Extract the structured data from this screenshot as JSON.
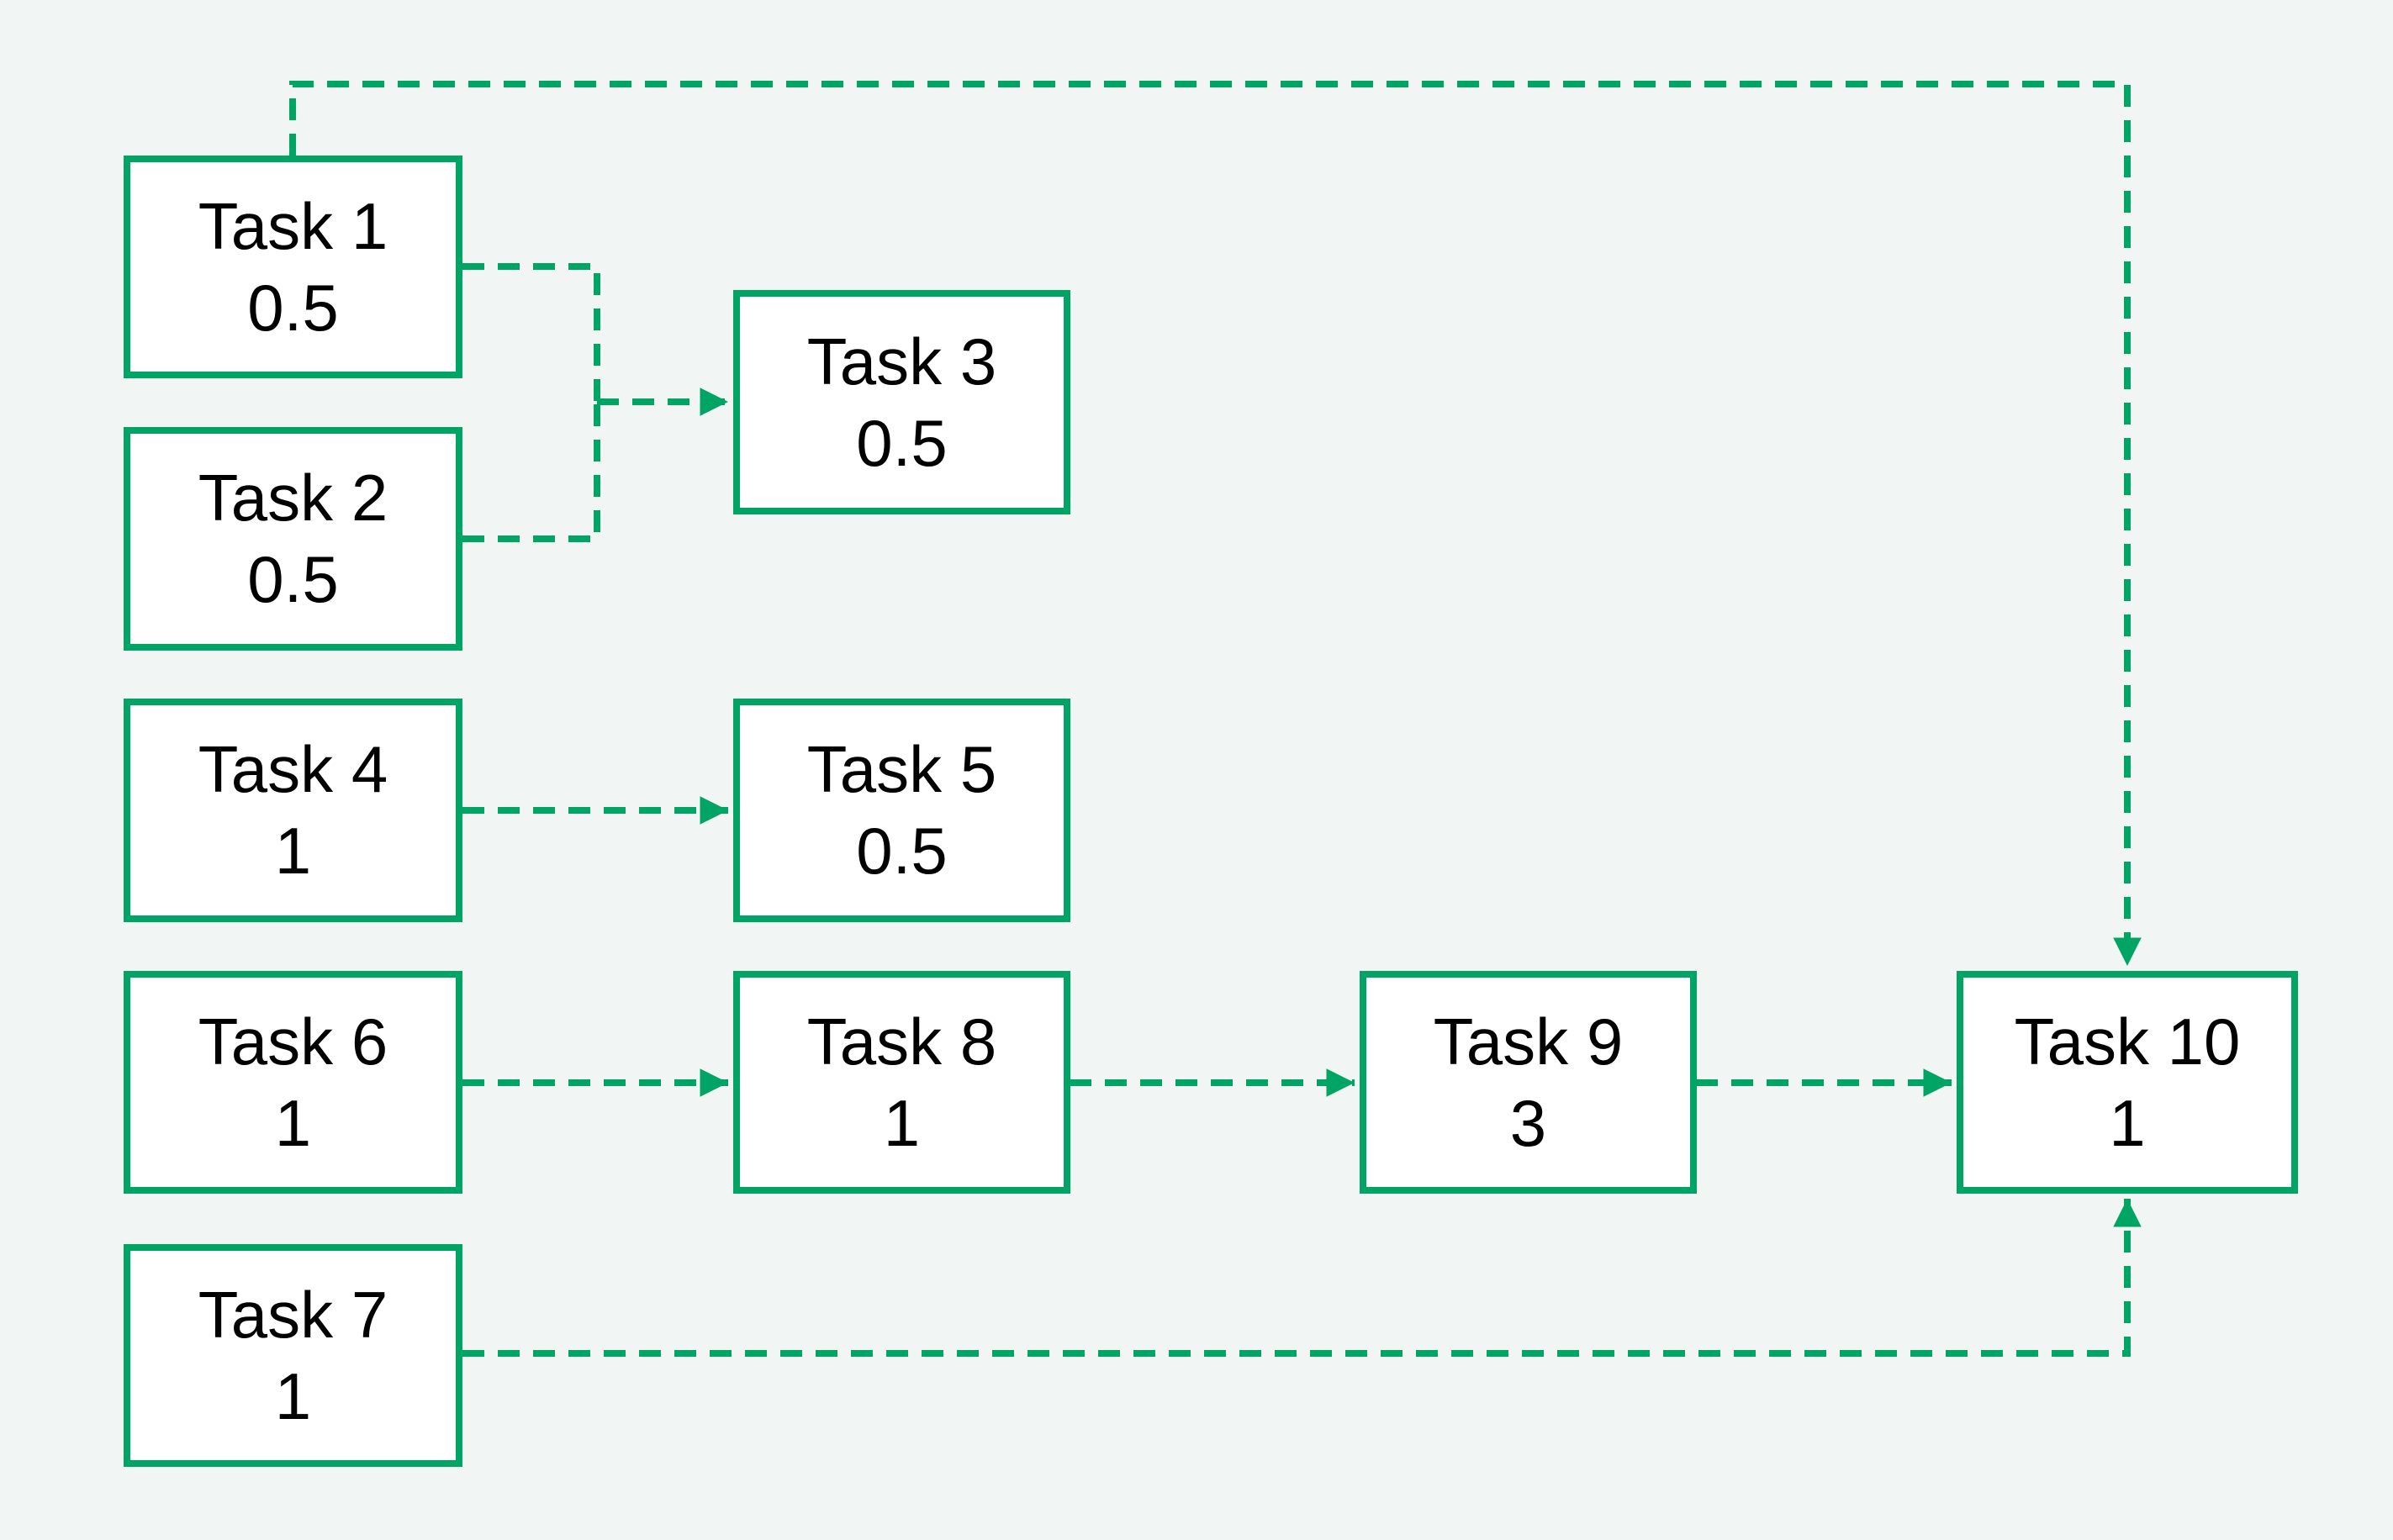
{
  "diagram": {
    "type": "task-dependency-flowchart",
    "background_color": "#f1f6f4",
    "accent_green": "#00a464",
    "node_fill": "#ffffff",
    "text_color": "#000000",
    "edge_style": "dashed-arrow"
  },
  "nodes": [
    {
      "id": "task1",
      "label": "Task 1",
      "value": "0.5"
    },
    {
      "id": "task2",
      "label": "Task 2",
      "value": "0.5"
    },
    {
      "id": "task3",
      "label": "Task 3",
      "value": "0.5"
    },
    {
      "id": "task4",
      "label": "Task 4",
      "value": "1"
    },
    {
      "id": "task5",
      "label": "Task 5",
      "value": "0.5"
    },
    {
      "id": "task6",
      "label": "Task 6",
      "value": "1"
    },
    {
      "id": "task7",
      "label": "Task 7",
      "value": "1"
    },
    {
      "id": "task8",
      "label": "Task 8",
      "value": "1"
    },
    {
      "id": "task9",
      "label": "Task 9",
      "value": "3"
    },
    {
      "id": "task10",
      "label": "Task 10",
      "value": "1"
    }
  ],
  "edges": [
    {
      "from": "Task 1",
      "to": "Task 10"
    },
    {
      "from": "Task 1",
      "to": "Task 3"
    },
    {
      "from": "Task 2",
      "to": "Task 3"
    },
    {
      "from": "Task 4",
      "to": "Task 5"
    },
    {
      "from": "Task 6",
      "to": "Task 8"
    },
    {
      "from": "Task 8",
      "to": "Task 9"
    },
    {
      "from": "Task 9",
      "to": "Task 10"
    },
    {
      "from": "Task 7",
      "to": "Task 10"
    }
  ]
}
